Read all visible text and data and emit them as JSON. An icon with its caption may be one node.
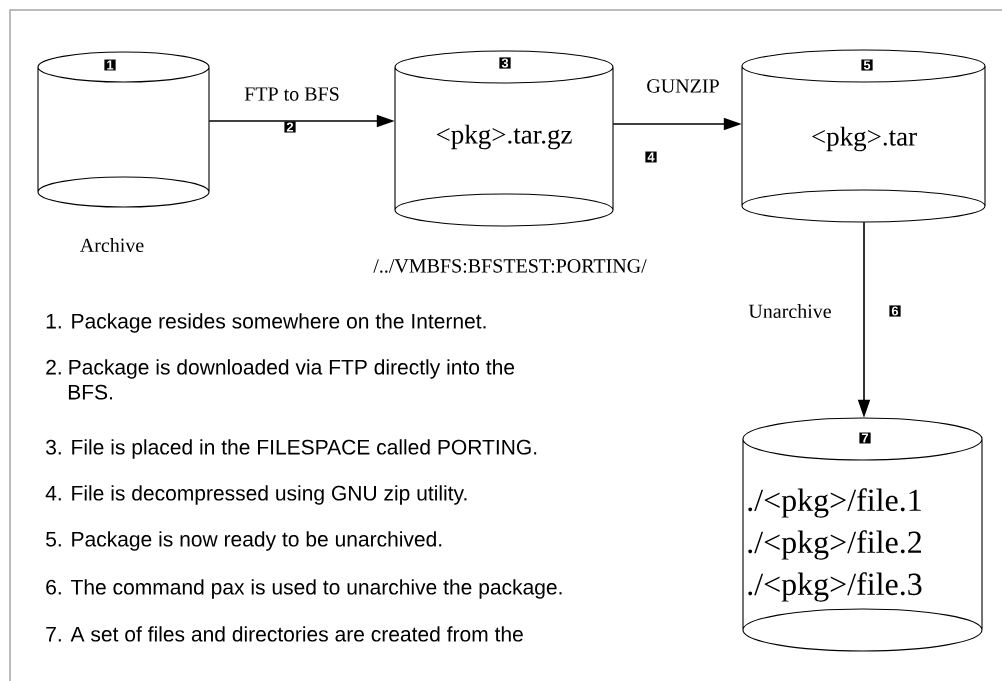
{
  "diagram": {
    "nodes": [
      {
        "text": [
          "1"
        ],
        "beside": [
          "Archive"
        ]
      },
      {
        "text": [
          "3",
          "<pkg>.tar.gz"
        ],
        "beside": [
          "/../VMBFS:BFSTEST:PORTING/"
        ]
      },
      {
        "text": [
          "5",
          "<pkg>.tar"
        ]
      },
      {
        "text": [
          "7",
          "./<pkg>/file.1",
          "./<pkg>/file.2",
          "./<pkg>/file.3"
        ]
      },
      {
        "text": [
          "2"
        ]
      },
      {
        "text": [
          "4"
        ]
      },
      {
        "text": [
          "6"
        ]
      }
    ],
    "edges": [
      {
        "from": 0,
        "to": 1,
        "arrow": "to",
        "label": "FTP to BFS"
      },
      {
        "from": 1,
        "to": 2,
        "arrow": "to",
        "label": "GUNZIP"
      },
      {
        "from": 2,
        "to": 3,
        "arrow": "to",
        "label": "Unarchive"
      }
    ],
    "labels": [
      "1. Package resides somewhere on the Internet.",
      "2. Package is downloaded via FTP directly into the BFS.",
      "3. File is placed in the FILESPACE called PORTING.",
      "4. File is decompressed using GNU zip utility.",
      "5. Package is now ready to be unarchived.",
      "6. The command pax is used to unarchive the package.",
      "7. A set of files and directories are created from the"
    ]
  }
}
